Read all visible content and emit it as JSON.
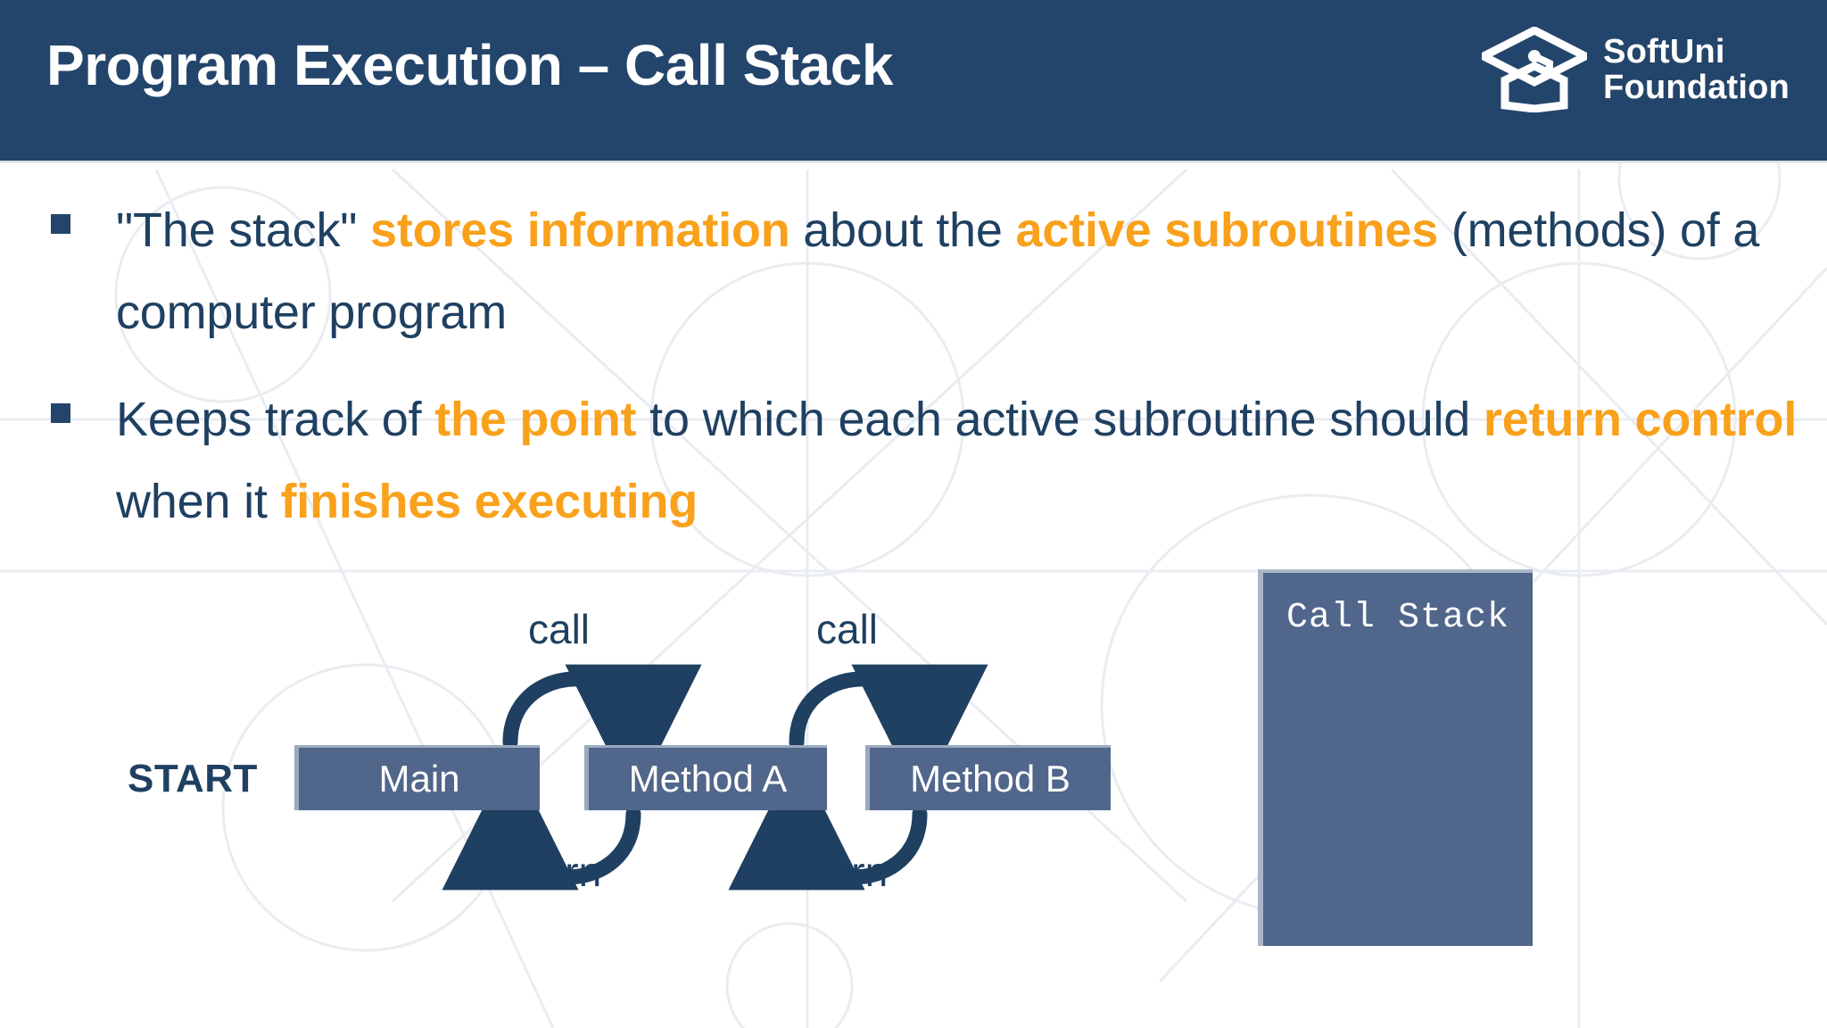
{
  "header": {
    "title": "Program Execution – Call Stack",
    "background_color": "#24456b",
    "logo": {
      "icon": "graduation-cap-icon",
      "line1": "SoftUni",
      "line2": "Foundation"
    }
  },
  "theme": {
    "navy": "#1f4061",
    "header_navy": "#24456b",
    "orange": "#f9a11b",
    "box_slate": "#50668a",
    "box_border": "#9aa9be",
    "page_background": "#ffffff",
    "watermark": "#e9ecf1"
  },
  "bullets": [
    {
      "marker": "square-bullet",
      "segments": [
        {
          "text": "\"The stack\" ",
          "highlight": false
        },
        {
          "text": "stores information",
          "highlight": true
        },
        {
          "text": " about the ",
          "highlight": false
        },
        {
          "text": "active subroutines",
          "highlight": true
        },
        {
          "text": " (methods) of a computer program",
          "highlight": false
        }
      ]
    },
    {
      "marker": "square-bullet",
      "segments": [
        {
          "text": "Keeps track of ",
          "highlight": false
        },
        {
          "text": "the point",
          "highlight": true
        },
        {
          "text": " to which each active subroutine should ",
          "highlight": false
        },
        {
          "text": "return control",
          "highlight": true
        },
        {
          "text": " when it ",
          "highlight": false
        },
        {
          "text": "finishes executing",
          "highlight": true
        }
      ]
    }
  ],
  "diagram": {
    "start_label": "START",
    "boxes": [
      {
        "id": "main",
        "label": "Main"
      },
      {
        "id": "method-a",
        "label": "Method A"
      },
      {
        "id": "method-b",
        "label": "Method B"
      }
    ],
    "arrows": [
      {
        "id": "call-1",
        "label": "call",
        "direction": "forward",
        "from": "main",
        "to": "method-a"
      },
      {
        "id": "call-2",
        "label": "call",
        "direction": "forward",
        "from": "method-a",
        "to": "method-b"
      },
      {
        "id": "return-1",
        "label": "return",
        "direction": "backward",
        "from": "method-a",
        "to": "main"
      },
      {
        "id": "return-2",
        "label": "return",
        "direction": "backward",
        "from": "method-b",
        "to": "method-a"
      }
    ]
  },
  "call_stack": {
    "title": "Call Stack",
    "frames": []
  }
}
